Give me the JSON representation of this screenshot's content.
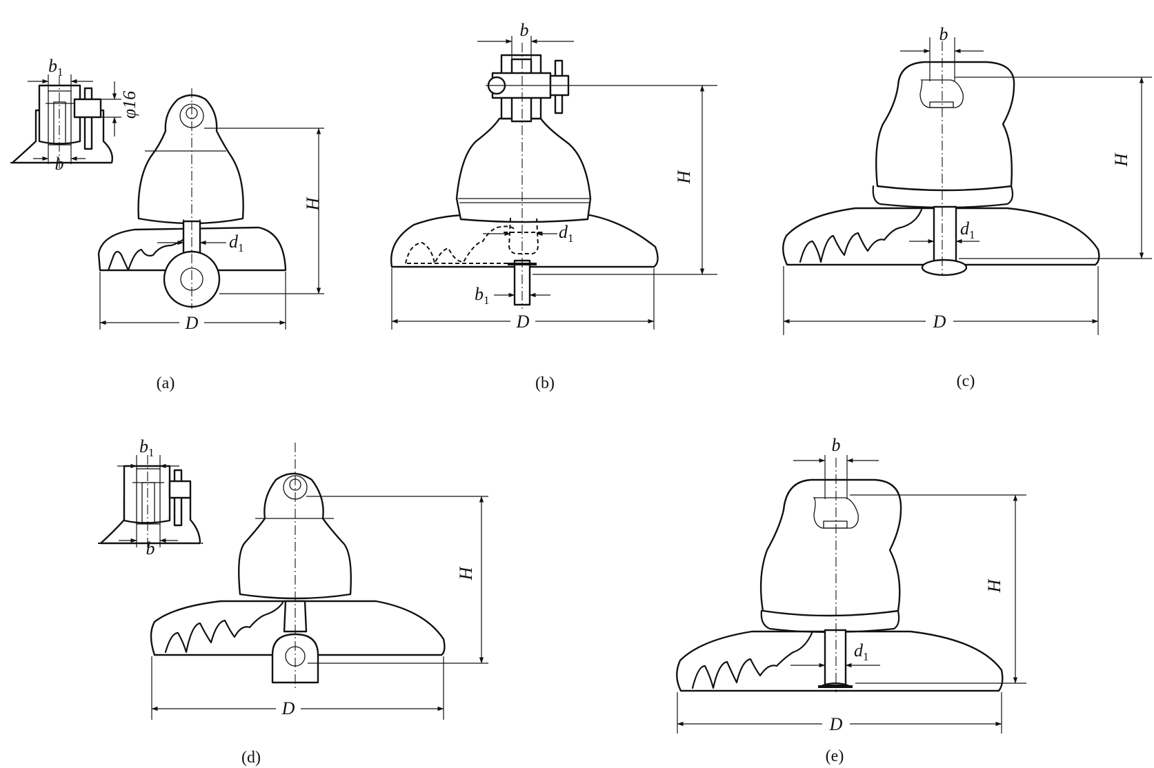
{
  "figure": {
    "captions": {
      "a": "(a)",
      "b": "(b)",
      "c": "(c)",
      "d": "(d)",
      "e": "(e)"
    },
    "dims": {
      "a": {
        "b1": "b",
        "b1_sub": "1",
        "phi": "φ16",
        "b": "b",
        "H": "H",
        "d1": "d",
        "d1_sub": "1",
        "D": "D"
      },
      "b": {
        "b": "b",
        "H": "H",
        "d1": "d",
        "d1_sub": "1",
        "b1": "b",
        "b1_sub": "1",
        "D": "D"
      },
      "c": {
        "b": "b",
        "H": "H",
        "d1": "d",
        "d1_sub": "1",
        "D": "D"
      },
      "d": {
        "b1": "b",
        "b1_sub": "1",
        "b": "b",
        "H": "H",
        "D": "D"
      },
      "e": {
        "b": "b",
        "H": "H",
        "d1": "d",
        "d1_sub": "1",
        "D": "D"
      }
    }
  }
}
